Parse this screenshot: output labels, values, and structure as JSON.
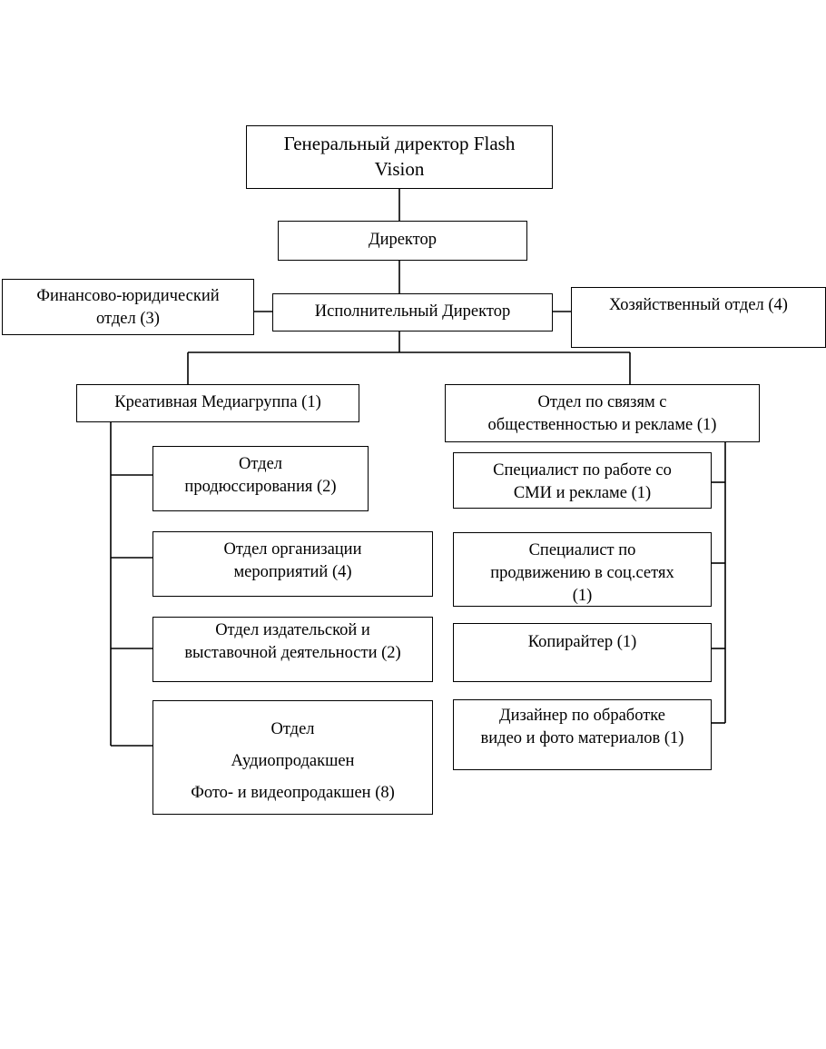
{
  "diagram": {
    "nodes": {
      "ceo": {
        "lines": [
          "Генеральный директор Flash",
          "Vision"
        ]
      },
      "director": {
        "lines": [
          "Директор"
        ]
      },
      "finance": {
        "lines": [
          "Финансово-юридический",
          "отдел (3)"
        ]
      },
      "exec": {
        "lines": [
          "Исполнительный Директор"
        ]
      },
      "household": {
        "lines": [
          "Хозяйственный отдел (4)"
        ]
      },
      "creative": {
        "lines": [
          "Креативная Медиагруппа (1)"
        ]
      },
      "pr": {
        "lines": [
          "Отдел по связям с",
          "общественностью и рекламе (1)"
        ]
      },
      "production": {
        "lines": [
          "Отдел",
          "продюссирования (2)"
        ]
      },
      "events": {
        "lines": [
          "Отдел организации",
          "мероприятий (4)"
        ]
      },
      "publishing": {
        "lines": [
          "Отдел издательской и",
          "выставочной деятельности (2)"
        ]
      },
      "audio": {
        "lines": [
          "Отдел",
          "Аудиопродакшен",
          "Фото- и видеопродакшен  (8)"
        ]
      },
      "smi": {
        "lines": [
          "Специалист по работе со",
          "СМИ и рекламе (1)"
        ]
      },
      "social": {
        "lines": [
          "Специалист по",
          "продвижению в соц.сетях",
          "(1)"
        ]
      },
      "copywriter": {
        "lines": [
          "Копирайтер (1)"
        ]
      },
      "designer": {
        "lines": [
          "Дизайнер по обработке",
          "видео и фото материалов (1)"
        ]
      }
    },
    "edges": [
      [
        "ceo",
        "director"
      ],
      [
        "director",
        "exec"
      ],
      [
        "exec",
        "finance"
      ],
      [
        "exec",
        "household"
      ],
      [
        "exec",
        "creative"
      ],
      [
        "exec",
        "pr"
      ],
      [
        "creative",
        "production"
      ],
      [
        "creative",
        "events"
      ],
      [
        "creative",
        "publishing"
      ],
      [
        "creative",
        "audio"
      ],
      [
        "pr",
        "smi"
      ],
      [
        "pr",
        "social"
      ],
      [
        "pr",
        "copywriter"
      ],
      [
        "pr",
        "designer"
      ]
    ]
  }
}
